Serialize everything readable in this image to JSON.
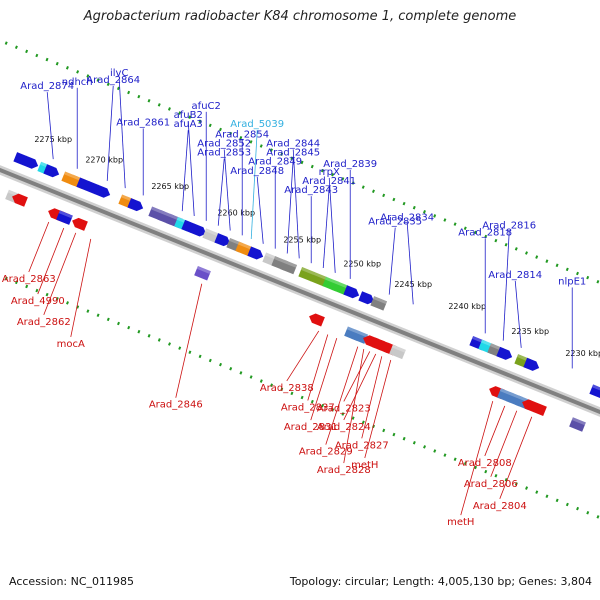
{
  "title": "Agrobacterium radiobacter K84 chromosome 1, complete genome",
  "accession": "Accession: NC_011985",
  "topology": "Topology: circular; Length: 4,005,130 bp; Genes: 3,804",
  "colors": {
    "forward": "#1414d0",
    "reverse": "#e01010",
    "backbone": "#808080",
    "track_dots": "#229922",
    "label_blue": "#1e1ec8",
    "label_red": "#cc1111",
    "label_cyan": "#33b0e0"
  },
  "kbp_ticks": [
    {
      "label": "2275 kbp",
      "pos": 0.06
    },
    {
      "label": "2270 kbp",
      "pos": 0.145
    },
    {
      "label": "2265 kbp",
      "pos": 0.255
    },
    {
      "label": "2260 kbp",
      "pos": 0.365
    },
    {
      "label": "2255 kbp",
      "pos": 0.475
    },
    {
      "label": "2250 kbp",
      "pos": 0.575
    },
    {
      "label": "2245 kbp",
      "pos": 0.66
    },
    {
      "label": "2240 kbp",
      "pos": 0.75
    },
    {
      "label": "2235 kbp",
      "pos": 0.855
    },
    {
      "label": "2230 kbp",
      "pos": 0.945
    }
  ],
  "forward_labels": [
    {
      "text": "Arad_2874",
      "pos": 0.07,
      "color": "blue"
    },
    {
      "text": "ndhch",
      "pos": 0.11,
      "color": "blue"
    },
    {
      "text": "Arad_2864",
      "pos": 0.16,
      "color": "blue"
    },
    {
      "text": "ilvC",
      "pos": 0.19,
      "color": "blue"
    },
    {
      "text": "Arad_2861",
      "pos": 0.22,
      "color": "blue"
    },
    {
      "text": "afuA3",
      "pos": 0.285,
      "color": "blue"
    },
    {
      "text": "afuB2",
      "pos": 0.305,
      "color": "blue"
    },
    {
      "text": "afuC2",
      "pos": 0.325,
      "color": "blue"
    },
    {
      "text": "Arad_2853",
      "pos": 0.345,
      "color": "blue"
    },
    {
      "text": "Arad_2852",
      "pos": 0.365,
      "color": "blue"
    },
    {
      "text": "Arad_2854",
      "pos": 0.385,
      "color": "blue"
    },
    {
      "text": "Arad_5039",
      "pos": 0.4,
      "color": "cyan"
    },
    {
      "text": "Arad_2848",
      "pos": 0.42,
      "color": "blue"
    },
    {
      "text": "Arad_2849",
      "pos": 0.44,
      "color": "blue"
    },
    {
      "text": "Arad_2845",
      "pos": 0.46,
      "color": "blue"
    },
    {
      "text": "Arad_2844",
      "pos": 0.48,
      "color": "blue"
    },
    {
      "text": "Arad_2843",
      "pos": 0.5,
      "color": "blue"
    },
    {
      "text": "Arad_2841",
      "pos": 0.52,
      "color": "blue"
    },
    {
      "text": "rrpX",
      "pos": 0.54,
      "color": "blue"
    },
    {
      "text": "Arad_2839",
      "pos": 0.565,
      "color": "blue"
    },
    {
      "text": "Arad_2835",
      "pos": 0.63,
      "color": "blue"
    },
    {
      "text": "Arad_2834",
      "pos": 0.67,
      "color": "blue"
    },
    {
      "text": "Arad_2818",
      "pos": 0.79,
      "color": "blue"
    },
    {
      "text": "Arad_2816",
      "pos": 0.82,
      "color": "blue"
    },
    {
      "text": "Arad_2814",
      "pos": 0.85,
      "color": "blue"
    },
    {
      "text": "nlpE1",
      "pos": 0.935,
      "color": "blue"
    }
  ],
  "reverse_labels": [
    {
      "text": "Arad_2863",
      "pos": 0.1,
      "color": "red"
    },
    {
      "text": "Arad_4990",
      "pos": 0.125,
      "color": "red"
    },
    {
      "text": "Arad_2862",
      "pos": 0.145,
      "color": "red"
    },
    {
      "text": "mocA",
      "pos": 0.17,
      "color": "red"
    },
    {
      "text": "Arad_2846",
      "pos": 0.355,
      "color": "red"
    },
    {
      "text": "Arad_2838",
      "pos": 0.55,
      "color": "red"
    },
    {
      "text": "Arad_2837",
      "pos": 0.565,
      "color": "red"
    },
    {
      "text": "Arad_2831",
      "pos": 0.58,
      "color": "red"
    },
    {
      "text": "Arad_2829",
      "pos": 0.615,
      "color": "red"
    },
    {
      "text": "Arad_2828",
      "pos": 0.625,
      "color": "red"
    },
    {
      "text": "Arad_2823",
      "pos": 0.635,
      "color": "red"
    },
    {
      "text": "Arad_2824",
      "pos": 0.645,
      "color": "red"
    },
    {
      "text": "Arad_2827",
      "pos": 0.655,
      "color": "red"
    },
    {
      "text": "metH",
      "pos": 0.67,
      "color": "red"
    },
    {
      "text": "metH",
      "pos": 0.84,
      "color": "red"
    },
    {
      "text": "Arad_2808",
      "pos": 0.86,
      "color": "red"
    },
    {
      "text": "Arad_2806",
      "pos": 0.88,
      "color": "red"
    },
    {
      "text": "Arad_2804",
      "pos": 0.905,
      "color": "red"
    }
  ],
  "forward_genes": [
    {
      "pos": 0.025,
      "kind": "arrow",
      "color": "#1414d0"
    },
    {
      "pos": 0.04,
      "kind": "arrow",
      "color": "#1414d0"
    },
    {
      "pos": 0.065,
      "kind": "box",
      "color": "#20d8e8"
    },
    {
      "pos": 0.075,
      "kind": "arrow",
      "color": "#1414d0"
    },
    {
      "pos": 0.105,
      "kind": "box",
      "color": "#f08c10"
    },
    {
      "pos": 0.118,
      "kind": "box",
      "color": "#f08c10"
    },
    {
      "pos": 0.13,
      "kind": "arrow",
      "color": "#1414d0"
    },
    {
      "pos": 0.145,
      "kind": "arrow",
      "color": "#1414d0"
    },
    {
      "pos": 0.16,
      "kind": "arrow",
      "color": "#1414d0"
    },
    {
      "pos": 0.2,
      "kind": "box",
      "color": "#f08c10"
    },
    {
      "pos": 0.215,
      "kind": "arrow",
      "color": "#1414d0"
    },
    {
      "pos": 0.25,
      "kind": "box",
      "color": "#5b50a8"
    },
    {
      "pos": 0.265,
      "kind": "box",
      "color": "#5b50a8"
    },
    {
      "pos": 0.28,
      "kind": "box",
      "color": "#5b50a8"
    },
    {
      "pos": 0.293,
      "kind": "box",
      "color": "#20d8e8"
    },
    {
      "pos": 0.305,
      "kind": "arrow",
      "color": "#1414d0"
    },
    {
      "pos": 0.32,
      "kind": "arrow",
      "color": "#1414d0"
    },
    {
      "pos": 0.34,
      "kind": "box",
      "color": "#c8c8c8"
    },
    {
      "pos": 0.36,
      "kind": "arrow",
      "color": "#1414d0"
    },
    {
      "pos": 0.38,
      "kind": "box",
      "color": "#808080"
    },
    {
      "pos": 0.395,
      "kind": "box",
      "color": "#f08c10"
    },
    {
      "pos": 0.415,
      "kind": "arrow",
      "color": "#1414d0"
    },
    {
      "pos": 0.44,
      "kind": "box",
      "color": "#c8c8c8"
    },
    {
      "pos": 0.455,
      "kind": "box",
      "color": "#808080"
    },
    {
      "pos": 0.47,
      "kind": "box",
      "color": "#808080"
    },
    {
      "pos": 0.5,
      "kind": "box",
      "color": "#7aa21c"
    },
    {
      "pos": 0.52,
      "kind": "box",
      "color": "#7aa21c"
    },
    {
      "pos": 0.54,
      "kind": "box",
      "color": "#33cc33"
    },
    {
      "pos": 0.555,
      "kind": "box",
      "color": "#33cc33"
    },
    {
      "pos": 0.575,
      "kind": "arrow",
      "color": "#1414d0"
    },
    {
      "pos": 0.6,
      "kind": "arrow",
      "color": "#1414d0"
    },
    {
      "pos": 0.62,
      "kind": "box",
      "color": "#808080"
    },
    {
      "pos": 0.785,
      "kind": "box",
      "color": "#1414d0"
    },
    {
      "pos": 0.8,
      "kind": "box",
      "color": "#20d8e8"
    },
    {
      "pos": 0.815,
      "kind": "box",
      "color": "#808080"
    },
    {
      "pos": 0.83,
      "kind": "arrow",
      "color": "#1414d0"
    },
    {
      "pos": 0.86,
      "kind": "box",
      "color": "#7aa21c"
    },
    {
      "pos": 0.875,
      "kind": "arrow",
      "color": "#1414d0"
    },
    {
      "pos": 0.985,
      "kind": "box",
      "color": "#1414d0"
    }
  ],
  "reverse_genes": [
    {
      "pos": 0.035,
      "kind": "box",
      "color": "#c8c8c8"
    },
    {
      "pos": 0.045,
      "kind": "arrow",
      "color": "#e01010"
    },
    {
      "pos": 0.105,
      "kind": "arrow",
      "color": "#e01010"
    },
    {
      "pos": 0.115,
      "kind": "arrow",
      "color": "#e01010"
    },
    {
      "pos": 0.12,
      "kind": "box",
      "color": "#1414d0"
    },
    {
      "pos": 0.145,
      "kind": "arrow",
      "color": "#e01010"
    },
    {
      "pos": 0.35,
      "kind": "box",
      "color": "#6a50c8"
    },
    {
      "pos": 0.54,
      "kind": "arrow",
      "color": "#e01010"
    },
    {
      "pos": 0.6,
      "kind": "box",
      "color": "#4a7cc0"
    },
    {
      "pos": 0.612,
      "kind": "box",
      "color": "#4a7cc0"
    },
    {
      "pos": 0.63,
      "kind": "arrow",
      "color": "#e01010"
    },
    {
      "pos": 0.64,
      "kind": "arrow",
      "color": "#e01010"
    },
    {
      "pos": 0.65,
      "kind": "arrow",
      "color": "#e01010"
    },
    {
      "pos": 0.66,
      "kind": "arrow",
      "color": "#e01010"
    },
    {
      "pos": 0.675,
      "kind": "box",
      "color": "#c8c8c8"
    },
    {
      "pos": 0.84,
      "kind": "arrow",
      "color": "#e01010"
    },
    {
      "pos": 0.855,
      "kind": "box",
      "color": "#4a7cc0"
    },
    {
      "pos": 0.87,
      "kind": "box",
      "color": "#4a7cc0"
    },
    {
      "pos": 0.885,
      "kind": "box",
      "color": "#4a7cc0"
    },
    {
      "pos": 0.895,
      "kind": "arrow",
      "color": "#e01010"
    },
    {
      "pos": 0.91,
      "kind": "arrow",
      "color": "#e01010"
    },
    {
      "pos": 0.975,
      "kind": "box",
      "color": "#5b50a8"
    }
  ]
}
